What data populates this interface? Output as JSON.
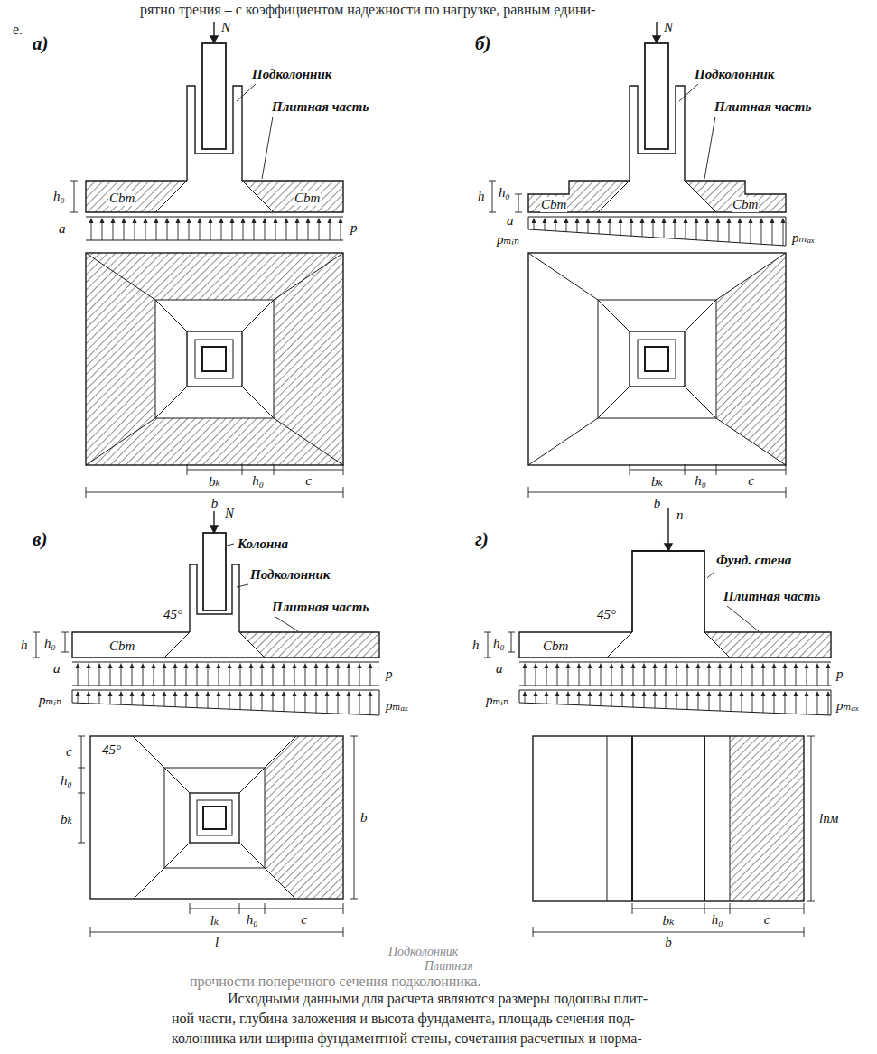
{
  "diagram": {
    "labels": [
      "рятно трения – с коэффициентом надежности по нагрузке, равным едини-",
      "е.",
      "а)",
      "N",
      "Подколонник",
      "Плитная часть",
      "h₀",
      "Cbm",
      "Cbm",
      "a",
      "p",
      "bₖ",
      "h₀",
      "c",
      "b",
      "б)",
      "N",
      "Подколонник",
      "Плитная часть",
      "h",
      "h₀",
      "Cbm",
      "Cbm",
      "a",
      "pₘᵢₙ",
      "pₘₐₓ",
      "bₖ",
      "h₀",
      "c",
      "b",
      "в)",
      "N",
      "Колонна",
      "Подколонник",
      "Плитная часть",
      "h",
      "h₀",
      "45°",
      "Cbm",
      "a",
      "p",
      "pₘᵢₙ",
      "pₘₐₓ",
      "45°",
      "c",
      "h₀",
      "bₖ",
      "b",
      "lₖ",
      "h₀",
      "c",
      "l",
      "г)",
      "n",
      "Фунд. стена",
      "Плитная часть",
      "h",
      "h₀",
      "45°",
      "Cbm",
      "a",
      "p",
      "pₘᵢₙ",
      "pₘₐₓ",
      "lпм",
      "bₖ",
      "h₀",
      "c",
      "b",
      "Подколонник",
      "Плитная",
      "прочности поперечного сечения подколонника.",
      "Исходными данными для расчета являются размеры подошвы плит-",
      "ной части, глубина заложения и высота фундамента, площадь сечения под-",
      "колонника или ширина фундаментной стены, сочетания расчетных и норма-"
    ]
  }
}
